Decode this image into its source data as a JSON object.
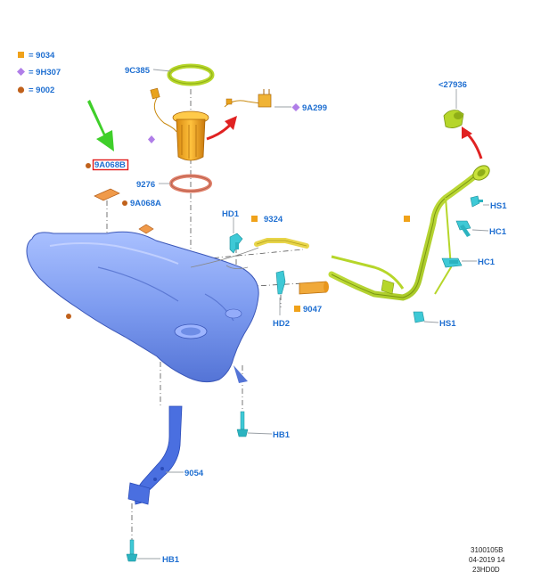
{
  "legend": [
    {
      "symbol": "square",
      "label": "= 9034"
    },
    {
      "symbol": "diamond",
      "label": "= 9H307"
    },
    {
      "symbol": "circle",
      "label": "= 9002"
    }
  ],
  "callouts": {
    "c9C385": "9C385",
    "c9A299": "9A299",
    "c27936": "<27936",
    "c9A068B": "9A068B",
    "c9276": "9276",
    "c9A068A": "9A068A",
    "cHD1": "HD1",
    "c9324": "9324",
    "cHS1_top": "HS1",
    "cHC1_a": "HC1",
    "cHC1_b": "HC1",
    "cHD2": "HD2",
    "c9047": "9047",
    "cHS1_bottom": "HS1",
    "cHB1_mid": "HB1",
    "c9054": "9054",
    "cHB1_bottom": "HB1"
  },
  "footer": {
    "line1": "3100105B",
    "line2": "04-2019 14",
    "line3": "23HD0D"
  },
  "colors": {
    "callout_text": "#1f6fd1",
    "square_marker": "#f0a21a",
    "diamond_marker": "#b07ee8",
    "circle_marker": "#c0611b",
    "highlight_box": "#e01b1b",
    "green_arrow": "#3fcf2a",
    "red_arrow": "#e02222",
    "tank": "#7f9ff0",
    "filler_pipe": "#b6d62a",
    "strap": "#4a6fe0",
    "fasteners": "#3ec9d6"
  },
  "icons": {
    "pointer_green": "arrow-down-icon",
    "pointer_red": "curved-arrow-icon"
  }
}
